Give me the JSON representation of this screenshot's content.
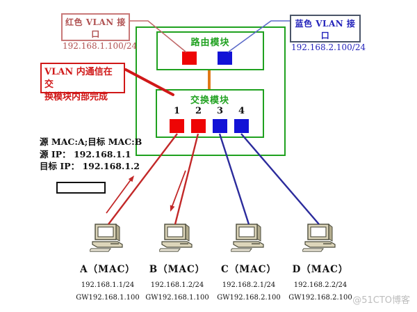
{
  "diagram": {
    "red_vlan_label": {
      "title": "红色 VLAN 接口",
      "ip": "192.168.1.100/24"
    },
    "blue_vlan_label": {
      "title": "蓝色 VLAN 接口",
      "ip": "192.168.2.100/24"
    },
    "vlan_note": {
      "line1": "VLAN 内通信在交",
      "line2": "换模块内部完成"
    },
    "router_title": "路由模块",
    "switch_title": "交换模块",
    "port_numbers": [
      "1",
      "2",
      "3",
      "4"
    ],
    "packet_info": {
      "mac_line": "源 MAC:A;目标 MAC:B",
      "src_ip_line": "源 IP： 192.168.1.1",
      "dst_ip_line": "目标 IP： 192.168.1.2"
    },
    "hosts": [
      {
        "name": "A（MAC）",
        "ip": "192.168.1.1/24",
        "gw": "GW192.168.1.100"
      },
      {
        "name": "B（MAC）",
        "ip": "192.168.1.2/24",
        "gw": "GW192.168.1.100"
      },
      {
        "name": "C（MAC）",
        "ip": "192.168.2.1/24",
        "gw": "GW192.168.2.100"
      },
      {
        "name": "D（MAC）",
        "ip": "192.168.2.2/24",
        "gw": "GW192.168.2.100"
      }
    ],
    "watermark": "@51CTO博客"
  },
  "colors": {
    "green_box": "#1fa11f",
    "red_fill": "#ee0505",
    "blue_fill": "#1212d6",
    "red_cable": "#c22828",
    "blue_cable": "#2b2b9c",
    "orange_link": "#e07818",
    "note_red": "#d01818",
    "label_red": "#b05252",
    "red_label_border": "#c87878",
    "label_blue": "#2424bb",
    "blue_label_border": "#4a5568",
    "red_connector": "#c06868",
    "blue_connector": "#5a6ac8",
    "watermark": "#bdbdbd"
  }
}
